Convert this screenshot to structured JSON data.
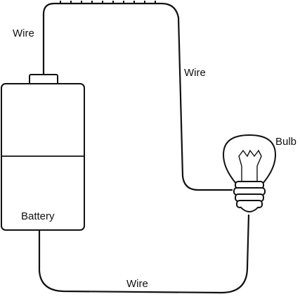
{
  "labels": {
    "wire_top_left": "Wire",
    "wire_right": "Wire",
    "wire_bottom": "Wire",
    "bulb": "Bulb",
    "battery": "Battery"
  },
  "colors": {
    "stroke": "#111111",
    "background": "#ffffff"
  }
}
